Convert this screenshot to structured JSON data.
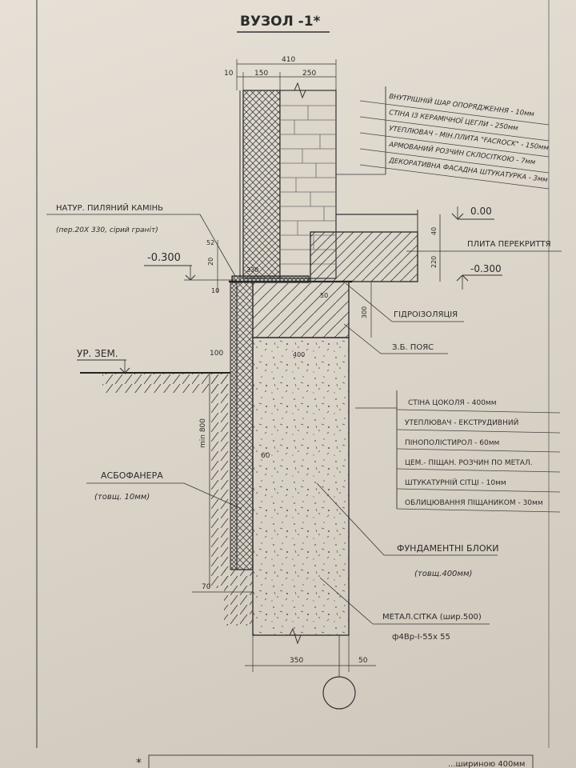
{
  "title": "ВУЗОЛ -1*",
  "dims": {
    "wall_total": "410",
    "wall_parts": [
      "10",
      "150",
      "250"
    ],
    "d52": "52",
    "d20": "20",
    "d330": "330",
    "d10": "10",
    "d50": "50",
    "d300": "300",
    "d400": "400",
    "d100": "100",
    "d60": "60",
    "min800": "min 800",
    "d70": "70",
    "bottom_350": "350",
    "bottom_50": "50",
    "slab_40": "40",
    "slab_220": "220"
  },
  "levels": {
    "zero": "0.00",
    "slab_level": "-0.300",
    "left_level": "-0.300",
    "ground": "УР. ЗЕМ."
  },
  "layers_top": [
    "ВНУТРІШНІЙ ШАР ОПОРЯДЖЕННЯ  - 10мм",
    "СТІНА ІЗ КЕРАМІЧНОЇ ЦЕГЛИ           - 250мм",
    "УТЕПЛЮВАЧ - МІН.ПЛИТА \"FAСROCK\" - 150мм",
    "АРМОВАНИЙ РОЗЧИН СКЛОСІТКОЮ        - 7мм",
    "ДЕКОРАТИВНА ФАСАДНА ШТУКАТУРКА - 3мм"
  ],
  "layers_base": [
    "СТІНА ЦОКОЛЯ                              - 400мм",
    "УТЕПЛЮВАЧ - ЕКСТРУДИВНИЙ",
    "ПІНОПОЛІСТИРОЛ                        - 60мм",
    "ЦЕМ.- ПІЩАН. РОЗЧИН ПО МЕТАЛ.",
    "ШТУКАТУРНІЙ СІТЦІ                       - 10мм",
    "ОБЛИЦЮВАННЯ ПІЩАНИКОМ         - 30мм"
  ],
  "callouts": {
    "stone": "НАТУР. ПИЛЯНИЙ КАМІНЬ",
    "stone_sub": "(пер.20Х 330, сірий граніт)",
    "slab": "ПЛИТА ПЕРЕКРИТТЯ",
    "waterproof": "ГІДРОІЗОЛЯЦІЯ",
    "belt": "З.Б. ПОЯС",
    "asbo": "АСБОФАНЕРА",
    "asbo_sub": "(товщ. 10мм)",
    "blocks": "ФУНДАМЕНТНІ БЛОКИ",
    "blocks_sub": "(товщ.400мм)",
    "mesh": "МЕТАЛ.СІТКА (шир.500)",
    "mesh_sub": "ф4Вр-I-55х 55"
  },
  "footnote": "*",
  "footnote_text": "...шириною 400мм"
}
